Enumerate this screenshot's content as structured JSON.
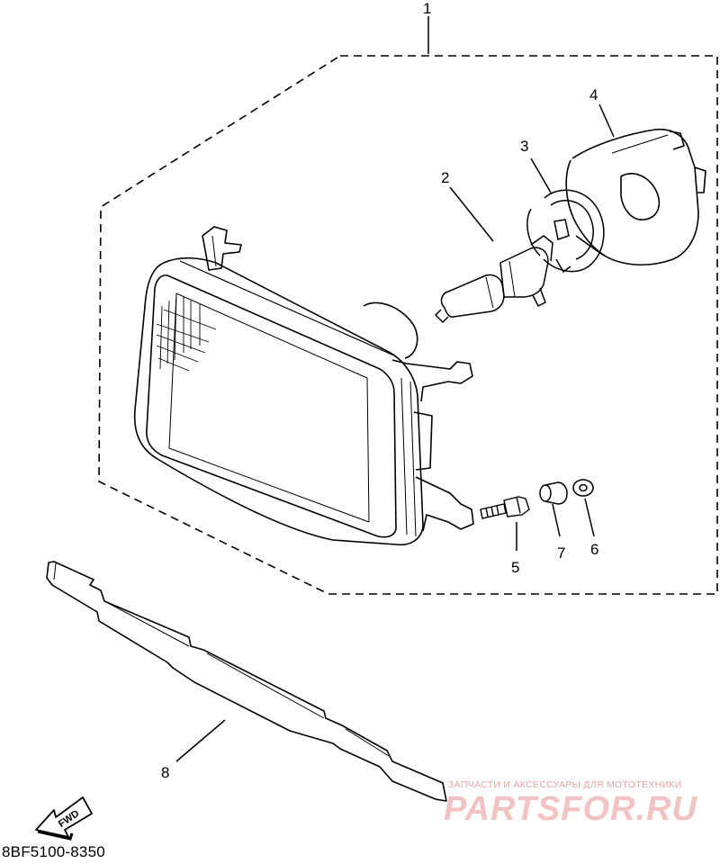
{
  "diagram": {
    "callouts": [
      "1",
      "2",
      "3",
      "4",
      "5",
      "6",
      "7",
      "8"
    ],
    "direction_label": "FWD",
    "part_code": "8BF5100-8350"
  },
  "watermark": {
    "tagline": "ЗАПЧАСТИ И АКСЕССУАРЫ ДЛЯ МОТОТЕХНИКИ",
    "logo": "PARTSFOR.RU",
    "color": "#f2b8b8"
  }
}
